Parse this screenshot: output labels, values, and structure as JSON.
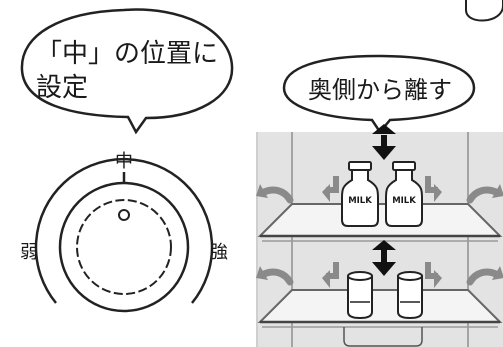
{
  "dial": {
    "callout_line1": "「中」の位置に",
    "callout_line2": "設定",
    "mark_mid": "中",
    "mark_weak": "弱",
    "mark_strong": "強"
  },
  "fridge": {
    "callout": "奥側から離す",
    "bottle_label": "MILK"
  }
}
